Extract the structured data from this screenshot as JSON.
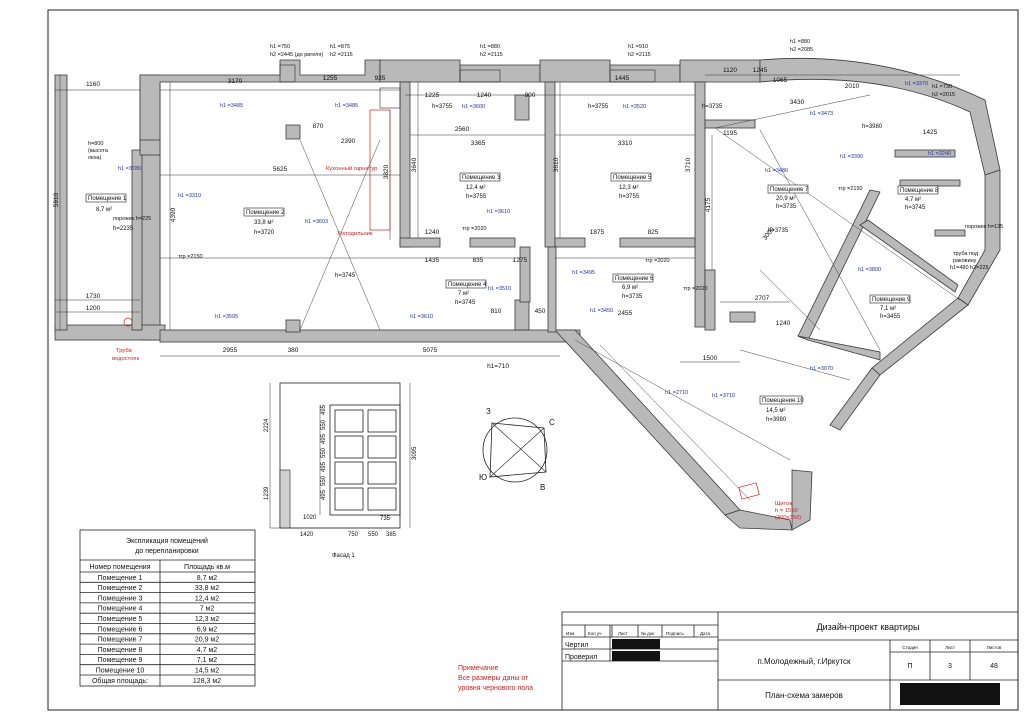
{
  "plan": {
    "dims_top": [
      "1160",
      "3170",
      "1255",
      "935",
      "870",
      "1225",
      "1240",
      "900",
      "1445",
      "1120",
      "1065",
      "1245",
      "3430",
      "2010",
      "1425"
    ],
    "dims_bottom": [
      "2955",
      "380",
      "5075",
      "h1=710"
    ],
    "dims_mid": [
      "2560",
      "3365",
      "3310",
      "2390",
      "5625",
      "1195",
      "1240",
      "1435",
      "835",
      "1275",
      "1875",
      "825",
      "1500",
      "2455",
      "810",
      "450",
      "2707",
      "1240",
      "1730",
      "1200"
    ],
    "dims_v": [
      "5910",
      "4390",
      "3640",
      "3820",
      "3610",
      "4175",
      "3710",
      "3000"
    ],
    "blue_marks": [
      "h1 =3485",
      "h1 =3485",
      "h1 =3600",
      "h1 =3520",
      "h1 =3473",
      "h1 =3310",
      "h1 =3603",
      "h1 =3780",
      "h1 =3505",
      "h1 =3610",
      "h1 =3510",
      "h1 =3450",
      "h1 =3495",
      "h1 =3390",
      "h1 =3370",
      "h1 =3240",
      "h1 =3610",
      "h1 =3480",
      "h1 =3800",
      "h1 =3710",
      "h1 =3070",
      "h1 =2710"
    ],
    "heights": [
      "h=3755",
      "h=3755",
      "h=3745",
      "h=3735",
      "h=3735",
      "h=3980"
    ],
    "top_notes": [
      "h1 =750",
      "h2 =2445 (до ригеля)",
      "h1 =875",
      "h2 =2115",
      "h1 =880",
      "h2 =2115",
      "h1 =910",
      "h2 =2115",
      "h1 =880",
      "h2 =2085",
      "h1 =730",
      "h2 =2015"
    ],
    "door_labels": [
      "тгр =2150",
      "тгр =2020",
      "тгр =2020",
      "тгр =2020",
      "тгр =2150",
      "порожек h=225",
      "порожек h=135"
    ],
    "side_notes": [
      "h=800",
      "(высота",
      "окна)",
      "труба под",
      "раковину",
      "h1=480 h2=225"
    ],
    "red_labels": [
      "Кухонный гарнитур",
      "Холодильник",
      "Труба",
      "водостояк",
      "Щиток",
      "h = 1550",
      "(300x350)"
    ],
    "rooms": [
      {
        "name": "Помещение 1",
        "area": "8,7 м²",
        "h": "h=2235"
      },
      {
        "name": "Помещение 2",
        "area": "33,8 м²",
        "h": "h=3720"
      },
      {
        "name": "Помещение 3",
        "area": "12,4 м²",
        "h": "h=3755"
      },
      {
        "name": "Помещение 4",
        "area": "7 м²",
        "h": "h=3745"
      },
      {
        "name": "Помещение 5",
        "area": "12,3 м²",
        "h": "h=3755"
      },
      {
        "name": "Помещение 6",
        "area": "6,9 м²",
        "h": "h=3735"
      },
      {
        "name": "Помещение 7",
        "area": "20,9 м²",
        "h": "h=3735"
      },
      {
        "name": "Помещение 8",
        "area": "4,7 м²",
        "h": "h=3745"
      },
      {
        "name": "Помещение 9",
        "area": "7,1 м²",
        "h": "h=3455"
      },
      {
        "name": "Помещение 10",
        "area": "14,5 м²",
        "h": "h=3980"
      }
    ]
  },
  "facade": {
    "caption": "Фасад 1",
    "dims_bottom": [
      "1420",
      "750",
      "550",
      "385"
    ],
    "dim_735": "735",
    "dims_right": "3095",
    "dims_left": [
      "2224",
      "1239"
    ],
    "dims_v": [
      "495",
      "550",
      "495",
      "550",
      "495",
      "550",
      "495"
    ],
    "dim_1020": "1020"
  },
  "compass": {
    "n": "З",
    "e": "С",
    "s": "В",
    "w": "Ю"
  },
  "explication": {
    "title1": "Экспликация помещений",
    "title2": "до перепланировки",
    "col1": "Номер помещения",
    "col2": "Площадь кв.м",
    "rows": [
      [
        "Помещение 1",
        "8,7 м2"
      ],
      [
        "Помещение 2",
        "33,8 м2"
      ],
      [
        "Помещение 3",
        "12,4 м2"
      ],
      [
        "Помещение 4",
        "7 м2"
      ],
      [
        "Помещение 5",
        "12,3 м2"
      ],
      [
        "Помещение 6",
        "6,9 м2"
      ],
      [
        "Помещение 7",
        "20,9 м2"
      ],
      [
        "Помещение 8",
        "4,7 м2"
      ],
      [
        "Помещение 9",
        "7,1 м2"
      ],
      [
        "Помещение 10",
        "14,5 м2"
      ]
    ],
    "total_label": "Общая площадь:",
    "total_value": "128,3 м2"
  },
  "note": {
    "title": "Примечание",
    "line1": "Все размеры даны от",
    "line2": "уровня чернового пола"
  },
  "title_block": {
    "header_cells": [
      "Изм",
      "Кол.уч",
      "Лист",
      "№ док",
      "Подпись",
      "Дата"
    ],
    "drawn_label": "Чертил",
    "checked_label": "Проверил",
    "project": "Дизайн-проект квартиры",
    "location": "п.Молодежный, г.Иркутск",
    "stage_label": "Стадия",
    "sheet_label": "Лист",
    "sheets_label": "Листов",
    "stage": "П",
    "sheet": "3",
    "sheets": "48",
    "drawing_title": "План-схема замеров"
  }
}
